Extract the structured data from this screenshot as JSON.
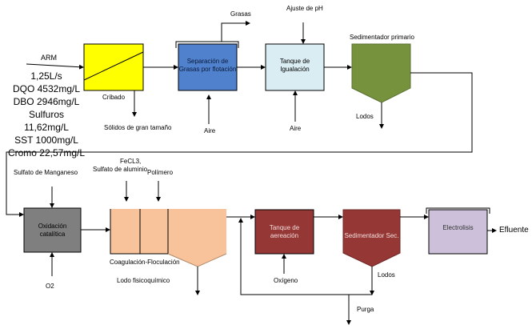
{
  "influent": {
    "label": "ARM",
    "params": [
      "1,25L/s",
      "DQO 4532mg/L",
      "DBO 2946mg/L",
      "Sulfuros 11,62mg/L",
      "SST 1000mg/L",
      "Cromo 22,57mg/L"
    ]
  },
  "units": {
    "cribado": {
      "label": "Cribado",
      "output": "Sólidos de gran tamaño",
      "color": "#ffff00"
    },
    "flotacion": {
      "label_line1": "Separación de",
      "label_line2": "Grasas por flotación",
      "output": "Grasas",
      "input": "Aire",
      "color": "#4f81cd"
    },
    "igualacion": {
      "label_line1": "Tanque de",
      "label_line2": "Igualación",
      "input_top": "Ajuste de pH",
      "input_bottom": "Aire",
      "color": "#daedf3"
    },
    "sedimentador_primario": {
      "label": "Sedimentador primario",
      "output": "Lodos",
      "color": "#76923c"
    },
    "oxidacion": {
      "label_line1": "Oxidación",
      "label_line2": "catalítica",
      "input_top": "Sulfato de Manganeso",
      "input_bottom": "O2",
      "color": "#7f7f7f"
    },
    "coagulacion": {
      "label": "Coagulación-Floculación",
      "input1_line1": "FeCL3,",
      "input1_line2": "Sulfato de aluminio",
      "input2": "Polímero",
      "output": "Lodo fisicoquímico",
      "color": "#f8c39b"
    },
    "aeracion": {
      "label_line1": "Tanque de",
      "label_line2": "aereación",
      "input": "Oxígeno",
      "color": "#953735"
    },
    "sedimentador_sec": {
      "label": "Sedimentador Sec.",
      "output": "Lodos",
      "purge": "Purga",
      "color": "#953735"
    },
    "electrolisis": {
      "label": "Electrolisis",
      "output": "Efluente",
      "color": "#ccc0da"
    }
  }
}
